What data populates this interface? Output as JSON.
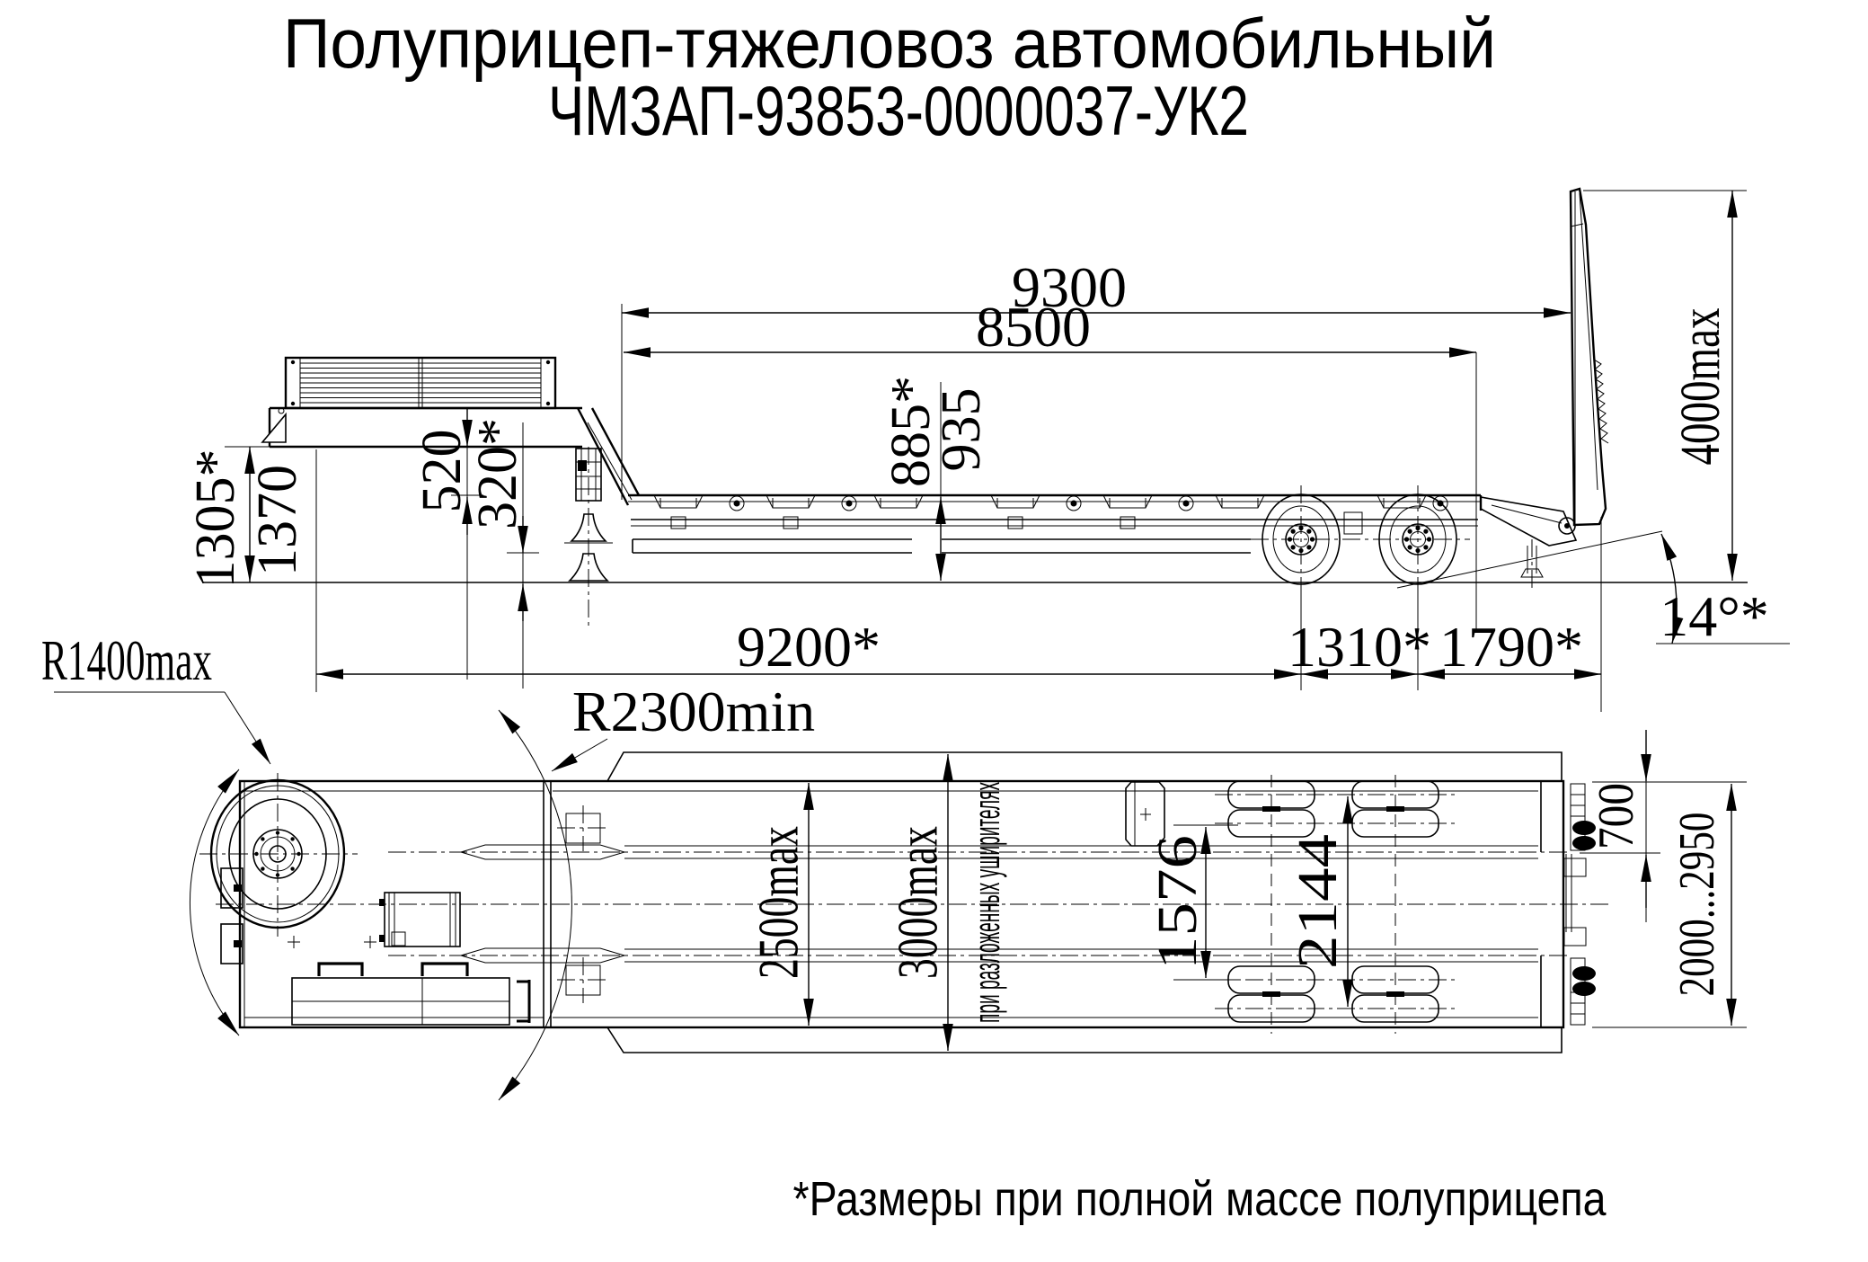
{
  "title": {
    "line1": "Полуприцеп-тяжеловоз автомобильный",
    "line2": "ЧМЗАП-93853-0000037-УК2"
  },
  "footnote": "*Размеры при полной массе полуприцепа",
  "side_view": {
    "overall_length": "9300",
    "platform_length": "8500",
    "deck_height_laden": "885*",
    "deck_height_unladen": "935",
    "gooseneck_step": "520",
    "ground_clearance": "320*",
    "gooseneck_height_laden": "1305*",
    "gooseneck_height_unladen": "1370",
    "ramp_height": "4000max",
    "base_length": "9200*",
    "axle_spacing": "1310*",
    "rear_overhang": "1790*",
    "ramp_angle": "14°*",
    "turning_radius": "R2300min"
  },
  "top_view": {
    "front_swing_radius": "R1400max",
    "platform_width": "2500max",
    "extended_width": "3000max",
    "extended_note": "при разложенных уширителях",
    "inner_track": "1576",
    "outer_track": "2144",
    "wheel_offset": "700",
    "ramp_width_range": "2000...2950"
  }
}
